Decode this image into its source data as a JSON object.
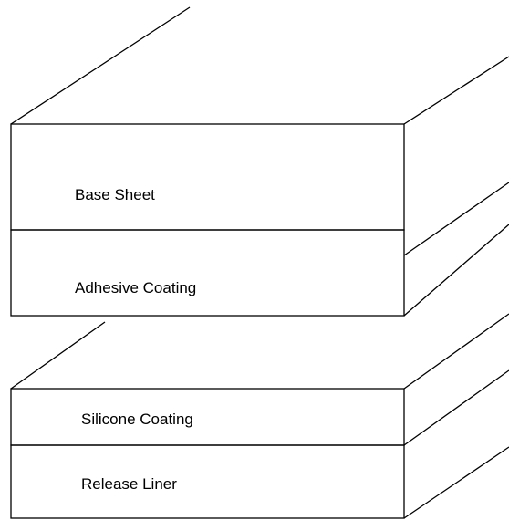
{
  "diagram": {
    "layers": {
      "base_sheet": "Base Sheet",
      "adhesive_coating": "Adhesive Coating",
      "silicone_coating": "Silicone Coating",
      "release_liner": "Release Liner"
    }
  }
}
